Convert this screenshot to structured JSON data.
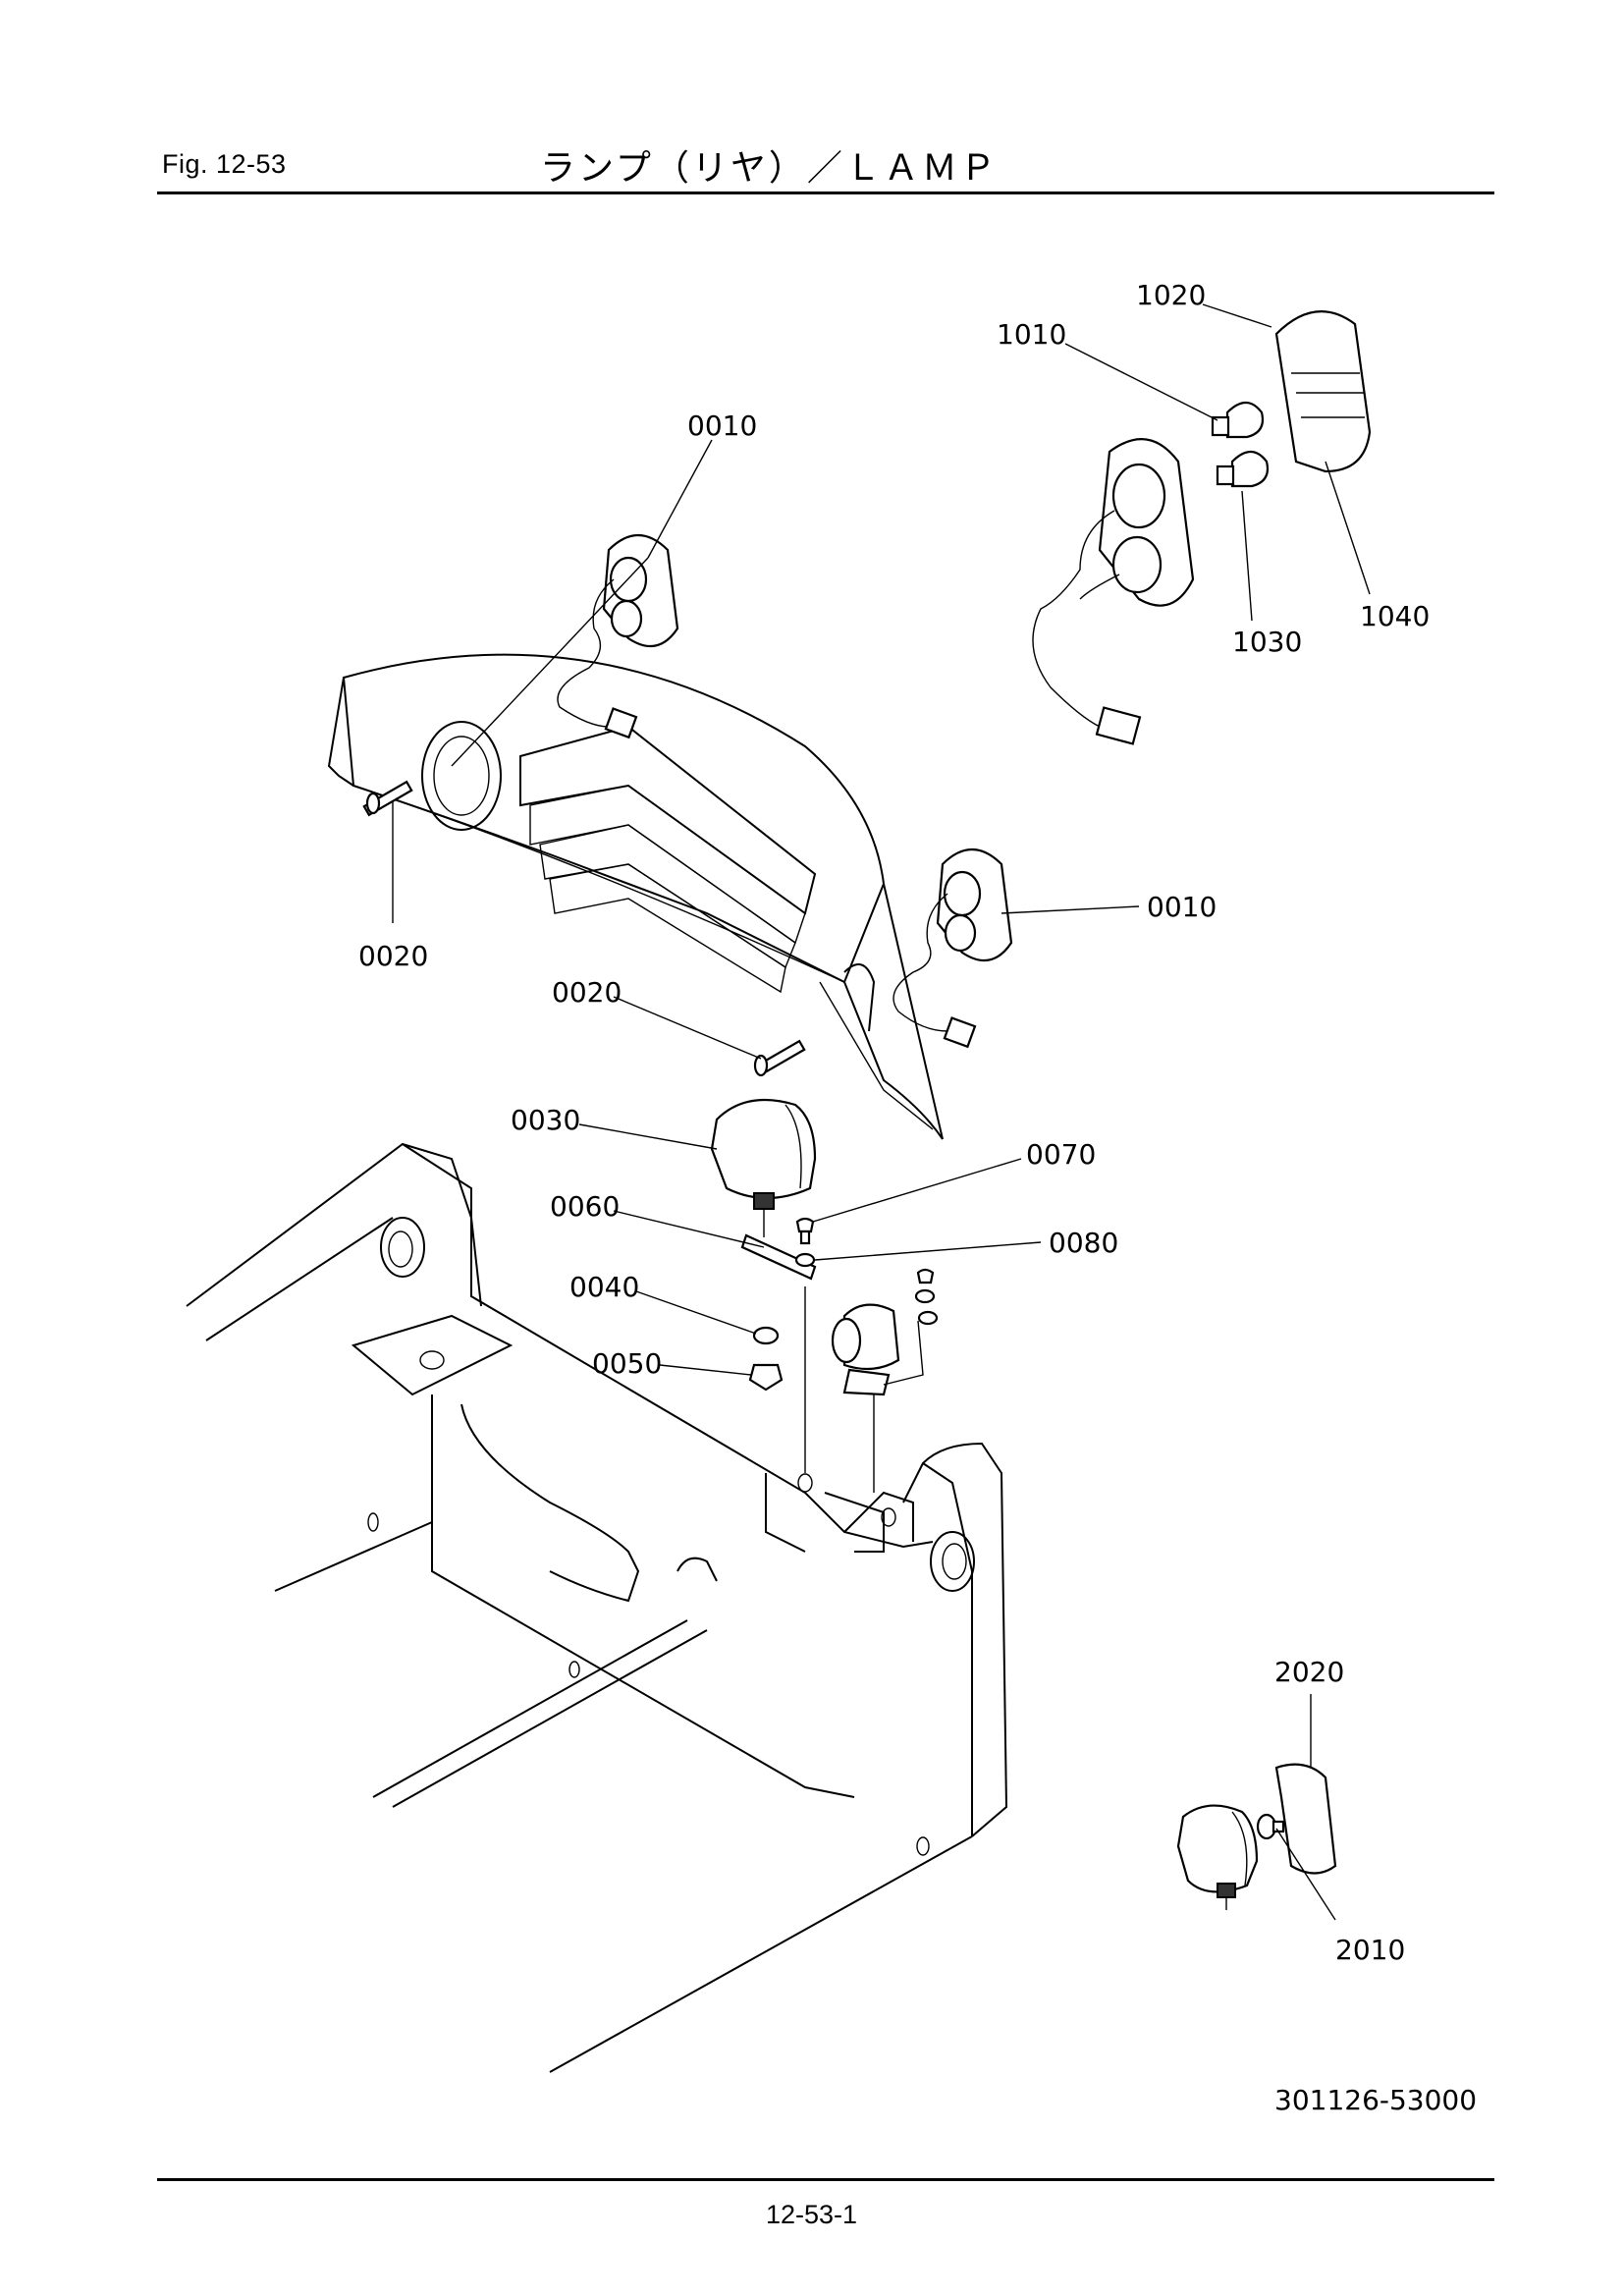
{
  "header": {
    "fig_label": "Fig.  12-53",
    "title": "ランプ（リヤ）／ＬＡＭＰ"
  },
  "callouts": {
    "c1020": "1020",
    "c1010": "1010",
    "c0010a": "0010",
    "c1030": "1030",
    "c1040": "1040",
    "c0020a": "0020",
    "c0010b": "0010",
    "c0020b": "0020",
    "c0030": "0030",
    "c0070": "0070",
    "c0060": "0060",
    "c0080": "0080",
    "c0040": "0040",
    "c0050": "0050",
    "c2020": "2020",
    "c2010": "2010"
  },
  "drawing_number": "301126-53000",
  "footer": {
    "page": "12-53-1"
  }
}
